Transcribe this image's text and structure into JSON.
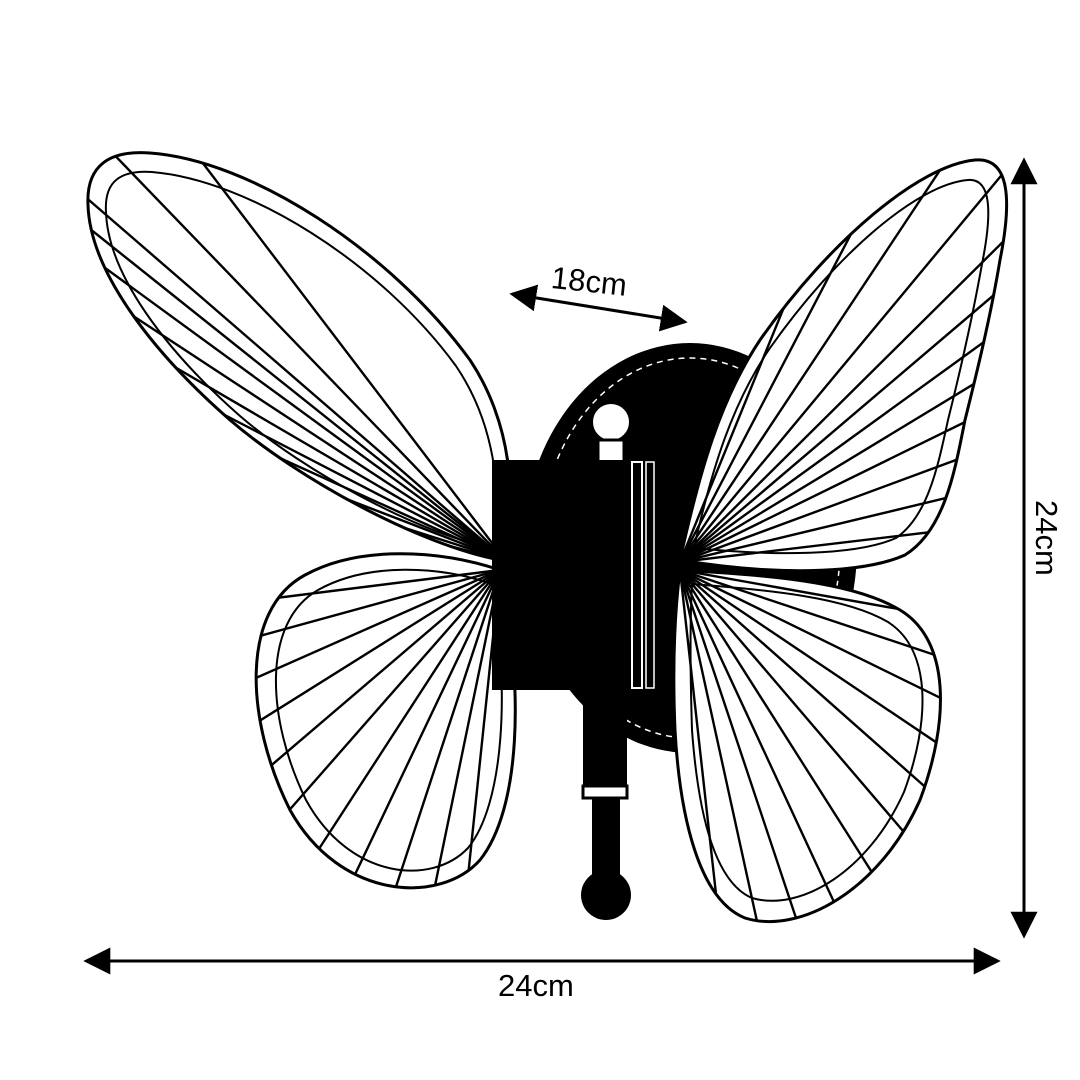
{
  "dimensions": {
    "depth": "18cm",
    "width": "24cm",
    "height": "24cm"
  },
  "colors": {
    "ink": "#000000",
    "background": "#ffffff"
  }
}
